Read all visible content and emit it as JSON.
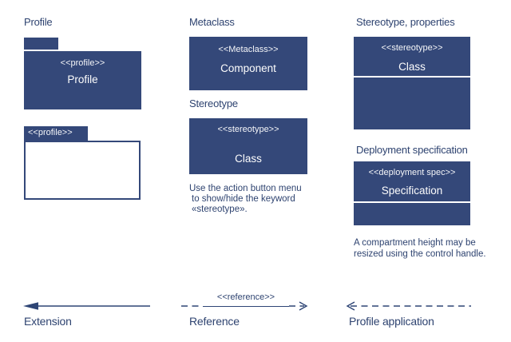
{
  "colors": {
    "navy_fill": "#344879",
    "text_navy": "#2e4370",
    "white": "#ffffff"
  },
  "left": {
    "title": "Profile",
    "profile": {
      "stereotype": "<<profile>>",
      "name": "Profile"
    },
    "empty": {
      "tab_label": "<<profile>>"
    }
  },
  "middle": {
    "metaclass": {
      "title": "Metaclass",
      "stereotype": "<<Metaclass>>",
      "name": "Component"
    },
    "stereotype": {
      "title": "Stereotype",
      "stereotype": "<<stereotype>>",
      "name": "Class"
    },
    "caption": {
      "lines": [
        "Use the action button menu",
        "to show/hide the keyword",
        "«stereotype»."
      ]
    }
  },
  "right": {
    "stereotype_properties": {
      "title": "Stereotype, properties",
      "stereotype": "<<stereotype>>",
      "name": "Class"
    },
    "deployment": {
      "title": "Deployment specification",
      "stereotype": "<<deployment spec>>",
      "name": "Specification"
    },
    "caption": {
      "lines": [
        "A compartment height may be",
        "resized using the control handle."
      ]
    }
  },
  "connectors": {
    "extension": {
      "label": "Extension"
    },
    "reference": {
      "label": "Reference",
      "keyword": "<<reference>>"
    },
    "profile_application": {
      "label": "Profile application"
    }
  }
}
